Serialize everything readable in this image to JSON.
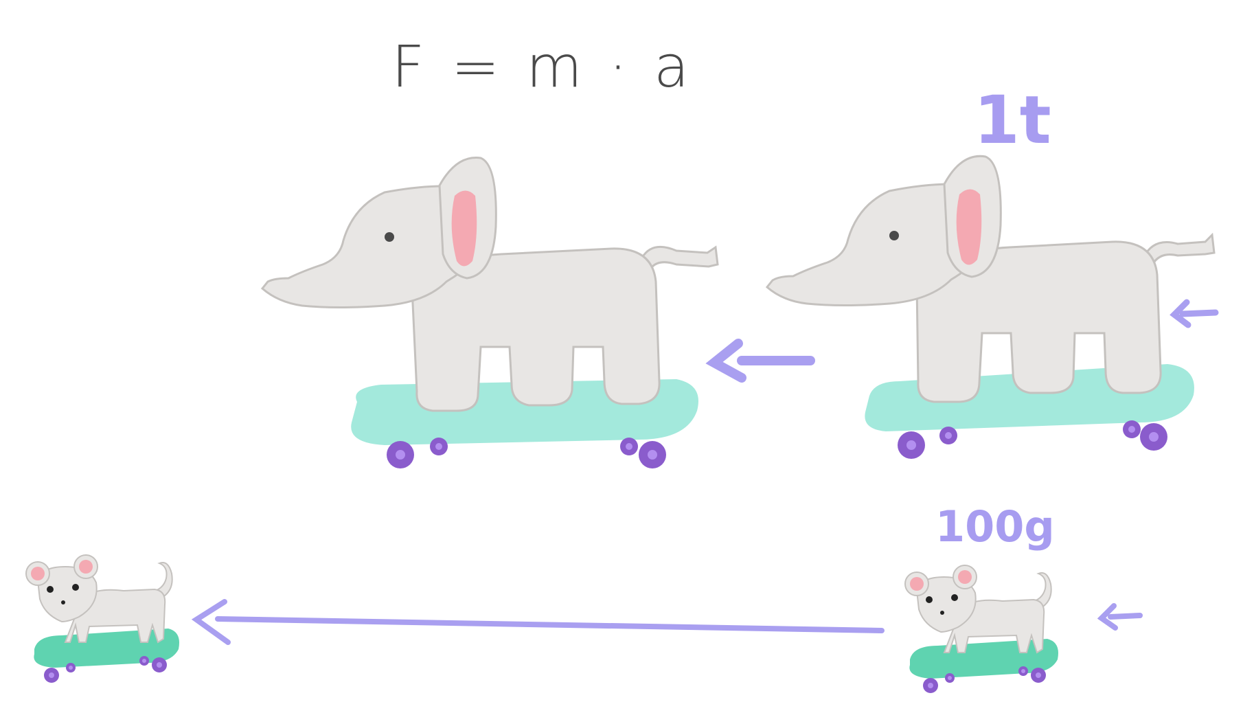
{
  "formula": "F = m · a",
  "labels": {
    "elephant_mass": "1t",
    "mouse_mass": "100g"
  },
  "colors": {
    "background": "#ffffff",
    "ink": "#4a4a4a",
    "label_purple": "#a79cf0",
    "arrow_purple": "#a99ff0",
    "elephant_body": "#e8e6e4",
    "elephant_outline": "#c4c1be",
    "ear_pink": "#f4a9b2",
    "skateboard_elephant": "#a3e9dc",
    "skateboard_mouse": "#5fd3b0",
    "wheel": "#8a5ccc",
    "wheel_center": "#b38ff0"
  },
  "scenes": [
    {
      "subject": "elephant",
      "state": "accelerated",
      "push": "applied force arrow",
      "motion": "short arrow"
    },
    {
      "subject": "elephant",
      "state": "at rest"
    },
    {
      "subject": "mouse",
      "state": "accelerated",
      "motion": "long arrow"
    },
    {
      "subject": "mouse",
      "state": "at rest"
    }
  ]
}
